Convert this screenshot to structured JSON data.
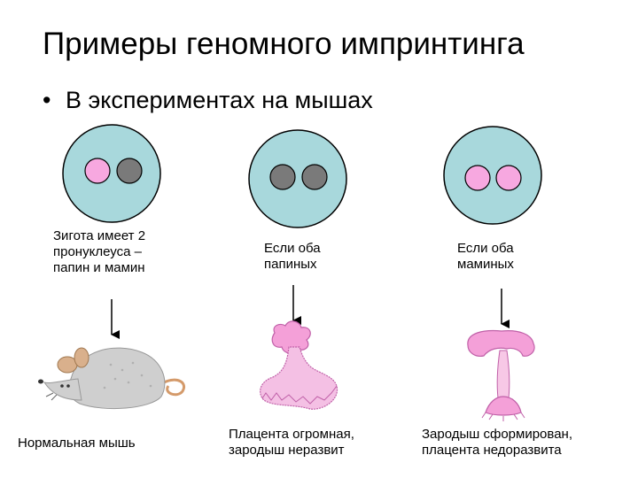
{
  "slide": {
    "title": "Примеры геномного импринтинга",
    "bullet": "В экспериментах на мышах",
    "columns": [
      {
        "zygote_caption": [
          "Зигота имеет 2",
          "пронуклеуса –",
          "папин и мамин"
        ],
        "result_caption": [
          "Нормальная мышь"
        ]
      },
      {
        "zygote_caption": [
          "Если оба",
          "папиных"
        ],
        "result_caption": [
          "Плацента огромная,",
          "зародыш неразвит"
        ]
      },
      {
        "zygote_caption": [
          "Если оба",
          "маминых"
        ],
        "result_caption": [
          "Зародыш сформирован,",
          "плацента недоразвита"
        ]
      }
    ]
  },
  "colors": {
    "cell_fill": "#a8d8dc",
    "maternal_pronucleus": "#f7a8e0",
    "paternal_pronucleus": "#7a7a7a",
    "placenta": "#f4a0d8"
  },
  "icons": {
    "zygote": "cell-circle-icon",
    "arrow": "arrow-down-icon",
    "mouse": "mouse-icon",
    "embryo": "embryo-placenta-icon"
  }
}
